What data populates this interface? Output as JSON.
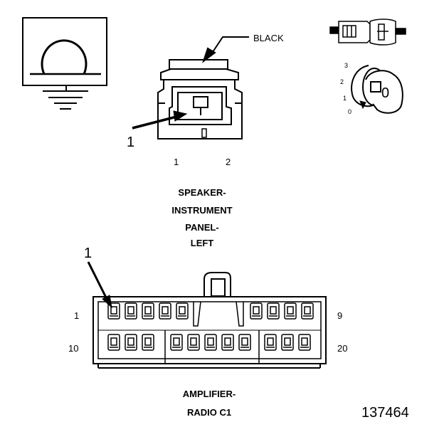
{
  "callout_1_top": "1",
  "wire_color_label": "BLACK",
  "speaker_pin_1": "1",
  "speaker_pin_2": "2",
  "speaker_name_line1": "SPEAKER-",
  "speaker_name_line2": "INSTRUMENT",
  "speaker_name_line3": "PANEL-",
  "speaker_name_line4": "LEFT",
  "callout_1_bottom": "1",
  "amp_pin_top_left": "1",
  "amp_pin_top_right": "9",
  "amp_pin_bottom_left": "10",
  "amp_pin_bottom_right": "20",
  "amp_name_line1": "AMPLIFIER-",
  "amp_name_line2": "RADIO C1",
  "figure_number": "137464",
  "view_icon": {
    "key_label": "0",
    "position_3": "3",
    "position_2": "2",
    "position_1": "1",
    "position_0": "0"
  },
  "icons": [
    "ground-symbol-icon",
    "connector-view-icon",
    "ignition-key-icon"
  ]
}
